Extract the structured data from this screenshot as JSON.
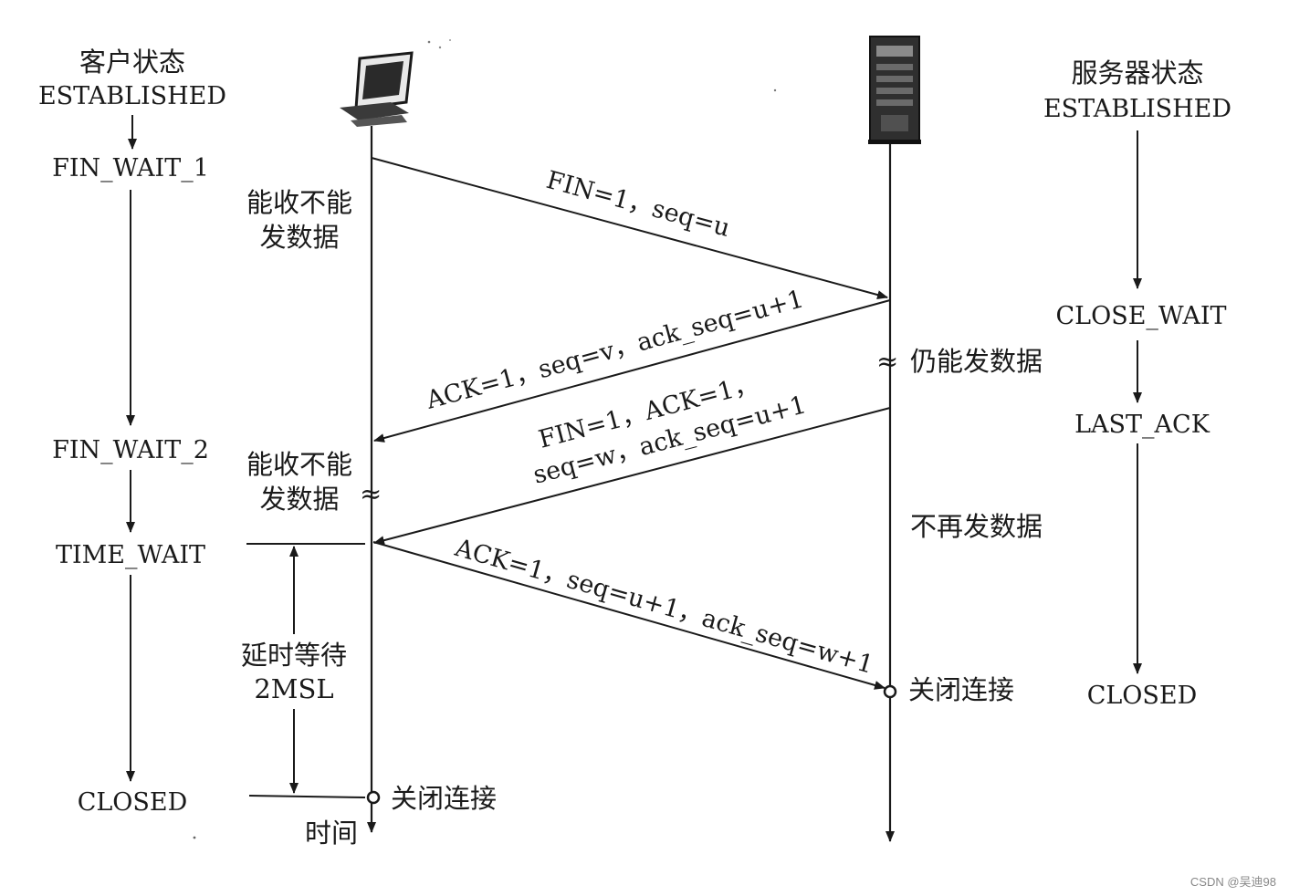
{
  "client": {
    "heading": "客户状态",
    "states": [
      "ESTABLISHED",
      "FIN_WAIT_1",
      "FIN_WAIT_2",
      "TIME_WAIT",
      "CLOSED"
    ],
    "notes": {
      "fin_wait_1": [
        "能收不能",
        "发数据"
      ],
      "fin_wait_2": [
        "能收不能",
        "发数据"
      ],
      "time_wait": [
        "延时等待",
        "2MSL"
      ],
      "closed": "关闭连接",
      "time_axis": "时间"
    },
    "icon": "computer-icon"
  },
  "server": {
    "heading": "服务器状态",
    "states": [
      "ESTABLISHED",
      "CLOSE_WAIT",
      "LAST_ACK",
      "CLOSED"
    ],
    "notes": {
      "close_wait": "仍能发数据",
      "last_ack": "不再发数据",
      "closed": "关闭连接"
    },
    "icon": "server-icon"
  },
  "messages": {
    "m1": [
      "FIN=1，seq=u"
    ],
    "m2": [
      "ACK=1，seq=v，ack_seq=u+1"
    ],
    "m3": [
      "FIN=1，ACK=1，",
      "seq=w，ack_seq=u+1"
    ],
    "m4": [
      "ACK=1，seq=u+1，ack_seq=w+1"
    ]
  },
  "break_mark": "≈",
  "watermark": "CSDN @吴迪98"
}
